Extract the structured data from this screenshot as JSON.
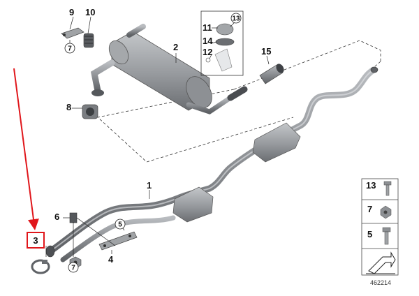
{
  "labels": {
    "p1": "1",
    "p2": "2",
    "p3": "3",
    "p4": "4",
    "p5": "5",
    "p6": "6",
    "p7a": "7",
    "p7b": "7",
    "p8": "8",
    "p9": "9",
    "p10": "10",
    "p11": "11",
    "p12": "12",
    "p13": "13",
    "p14": "14",
    "p15": "15"
  },
  "legend": {
    "row_13": "13",
    "row_7": "7",
    "row_5": "5"
  },
  "diagram_number": "462214",
  "colors": {
    "pipe": "#8c8f93",
    "pipe_dark": "#5f6266",
    "muffler": "#9a9da1",
    "annotation_red": "#e0161b",
    "dashed": "#333333"
  }
}
